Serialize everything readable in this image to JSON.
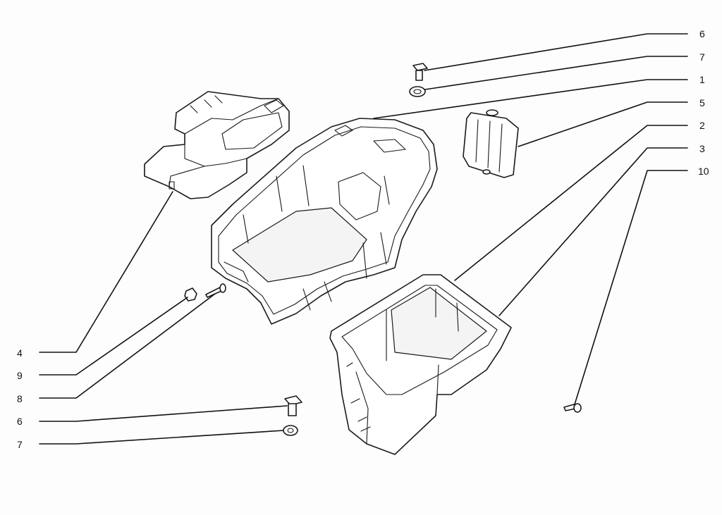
{
  "callouts": {
    "right": [
      {
        "number": "6"
      },
      {
        "number": "7"
      },
      {
        "number": "1"
      },
      {
        "number": "5"
      },
      {
        "number": "2"
      },
      {
        "number": "3"
      },
      {
        "number": "10"
      }
    ],
    "left": [
      {
        "number": "4"
      },
      {
        "number": "9"
      },
      {
        "number": "8"
      },
      {
        "number": "6"
      },
      {
        "number": "7"
      }
    ]
  }
}
